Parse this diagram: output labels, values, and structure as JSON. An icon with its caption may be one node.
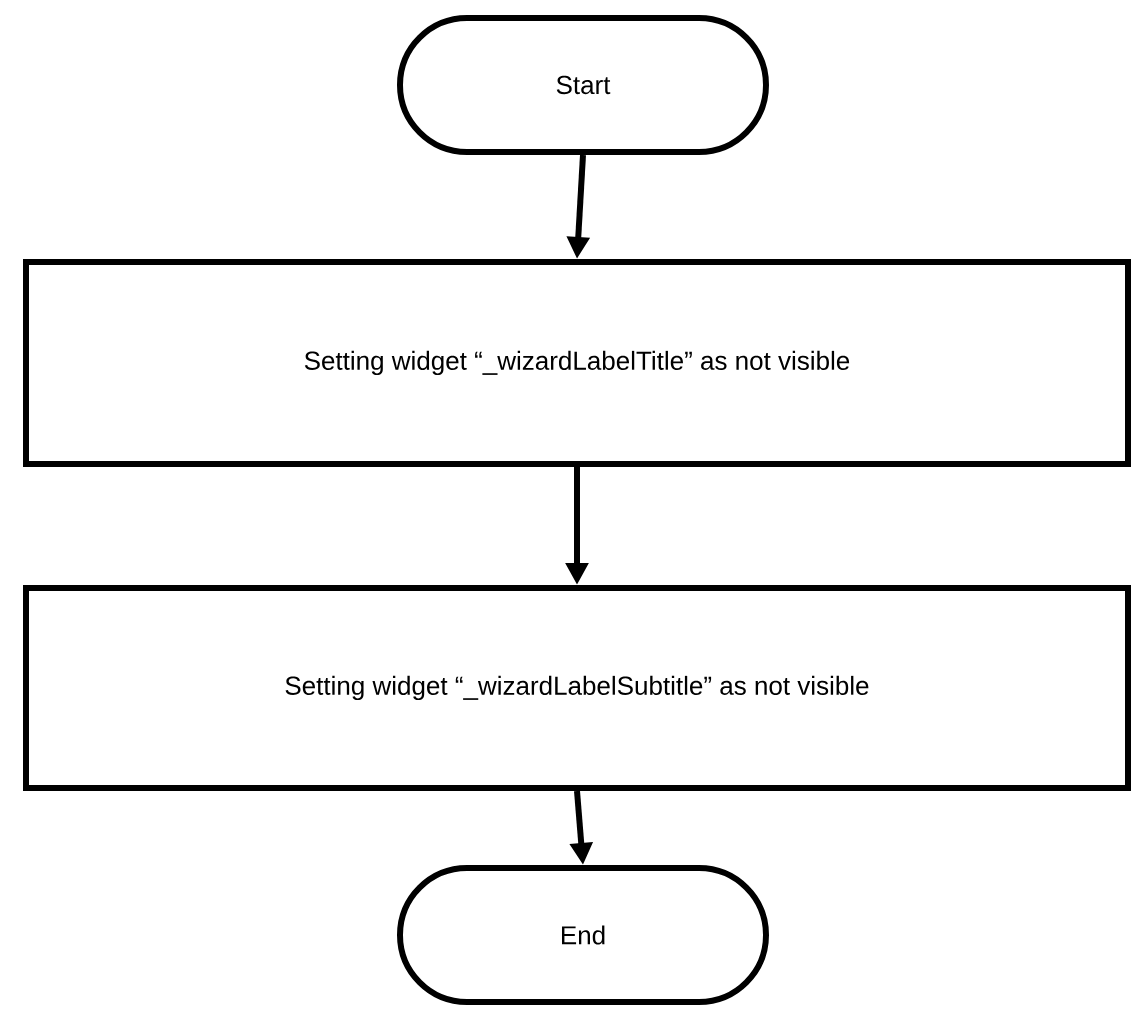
{
  "diagram": {
    "nodes": [
      {
        "text": [
          "Start"
        ]
      },
      {
        "text": [
          "Setting widget “_wizardLabelTitle” as not visible"
        ]
      },
      {
        "text": [
          "Setting widget “_wizardLabelSubtitle” as not visible"
        ]
      },
      {
        "text": [
          "End"
        ]
      }
    ],
    "edges": [
      {
        "from": 0,
        "to": 1,
        "arrow": "to"
      },
      {
        "from": 1,
        "to": 2,
        "arrow": "to"
      },
      {
        "from": 2,
        "to": 3,
        "arrow": "to"
      }
    ]
  }
}
